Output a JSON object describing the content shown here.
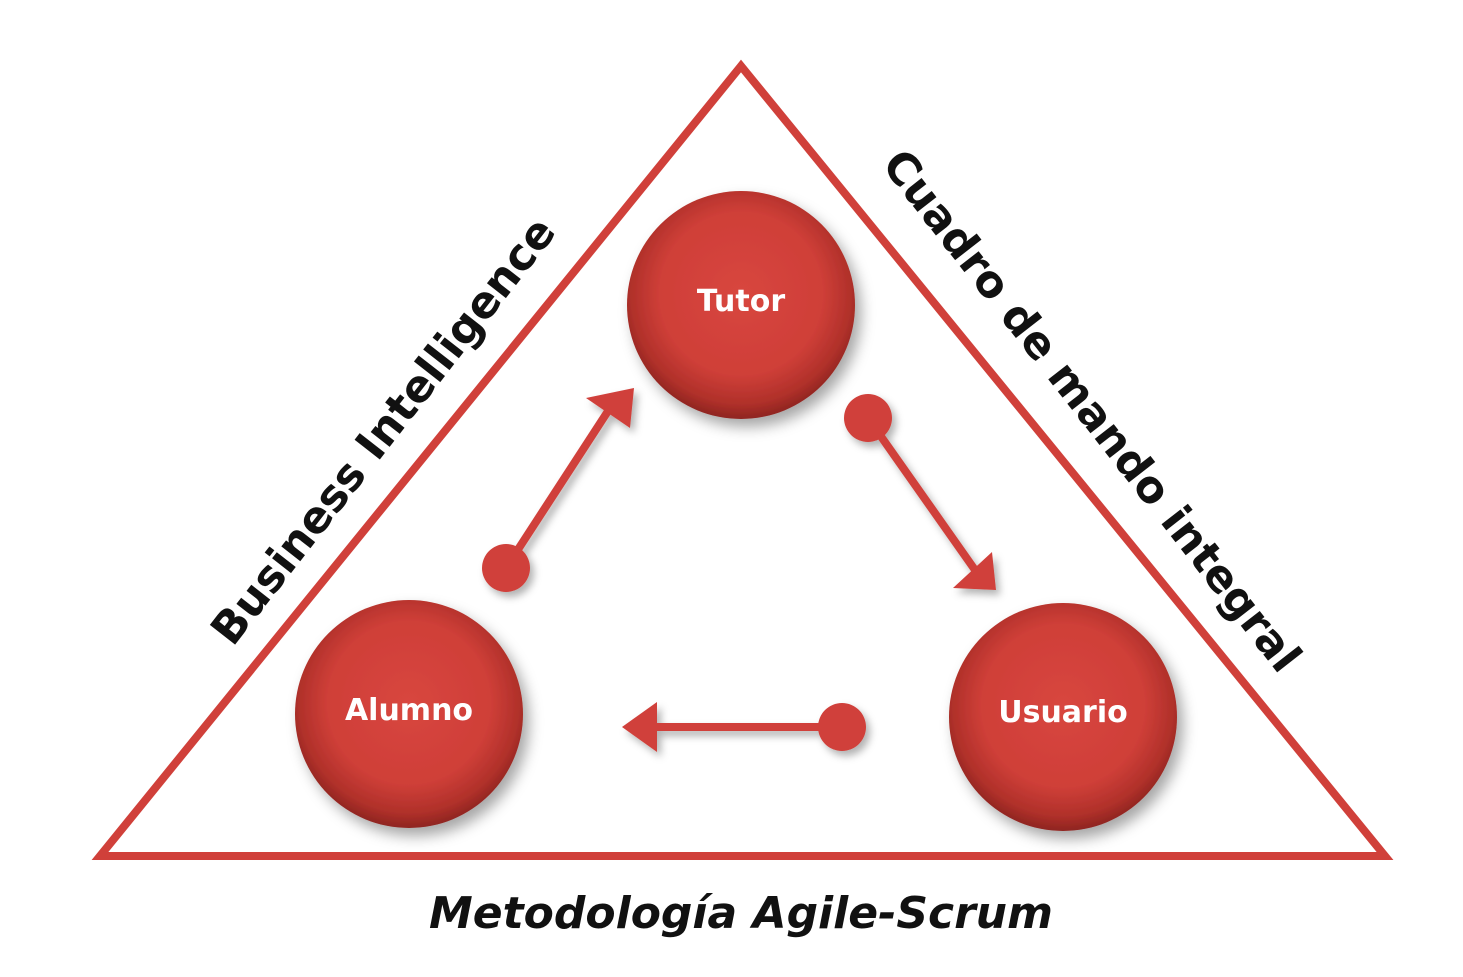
{
  "colors": {
    "accent": "#d0403a",
    "accent_dark": "#9e2b26",
    "text": "#111111",
    "node_text": "#ffffff"
  },
  "nodes": {
    "tutor": {
      "label": "Tutor"
    },
    "alumno": {
      "label": "Alumno"
    },
    "usuario": {
      "label": "Usuario"
    }
  },
  "sides": {
    "left": "Business Intelligence",
    "right": "Cuadro de mando integral",
    "base": "Metodología Agile-Scrum"
  }
}
